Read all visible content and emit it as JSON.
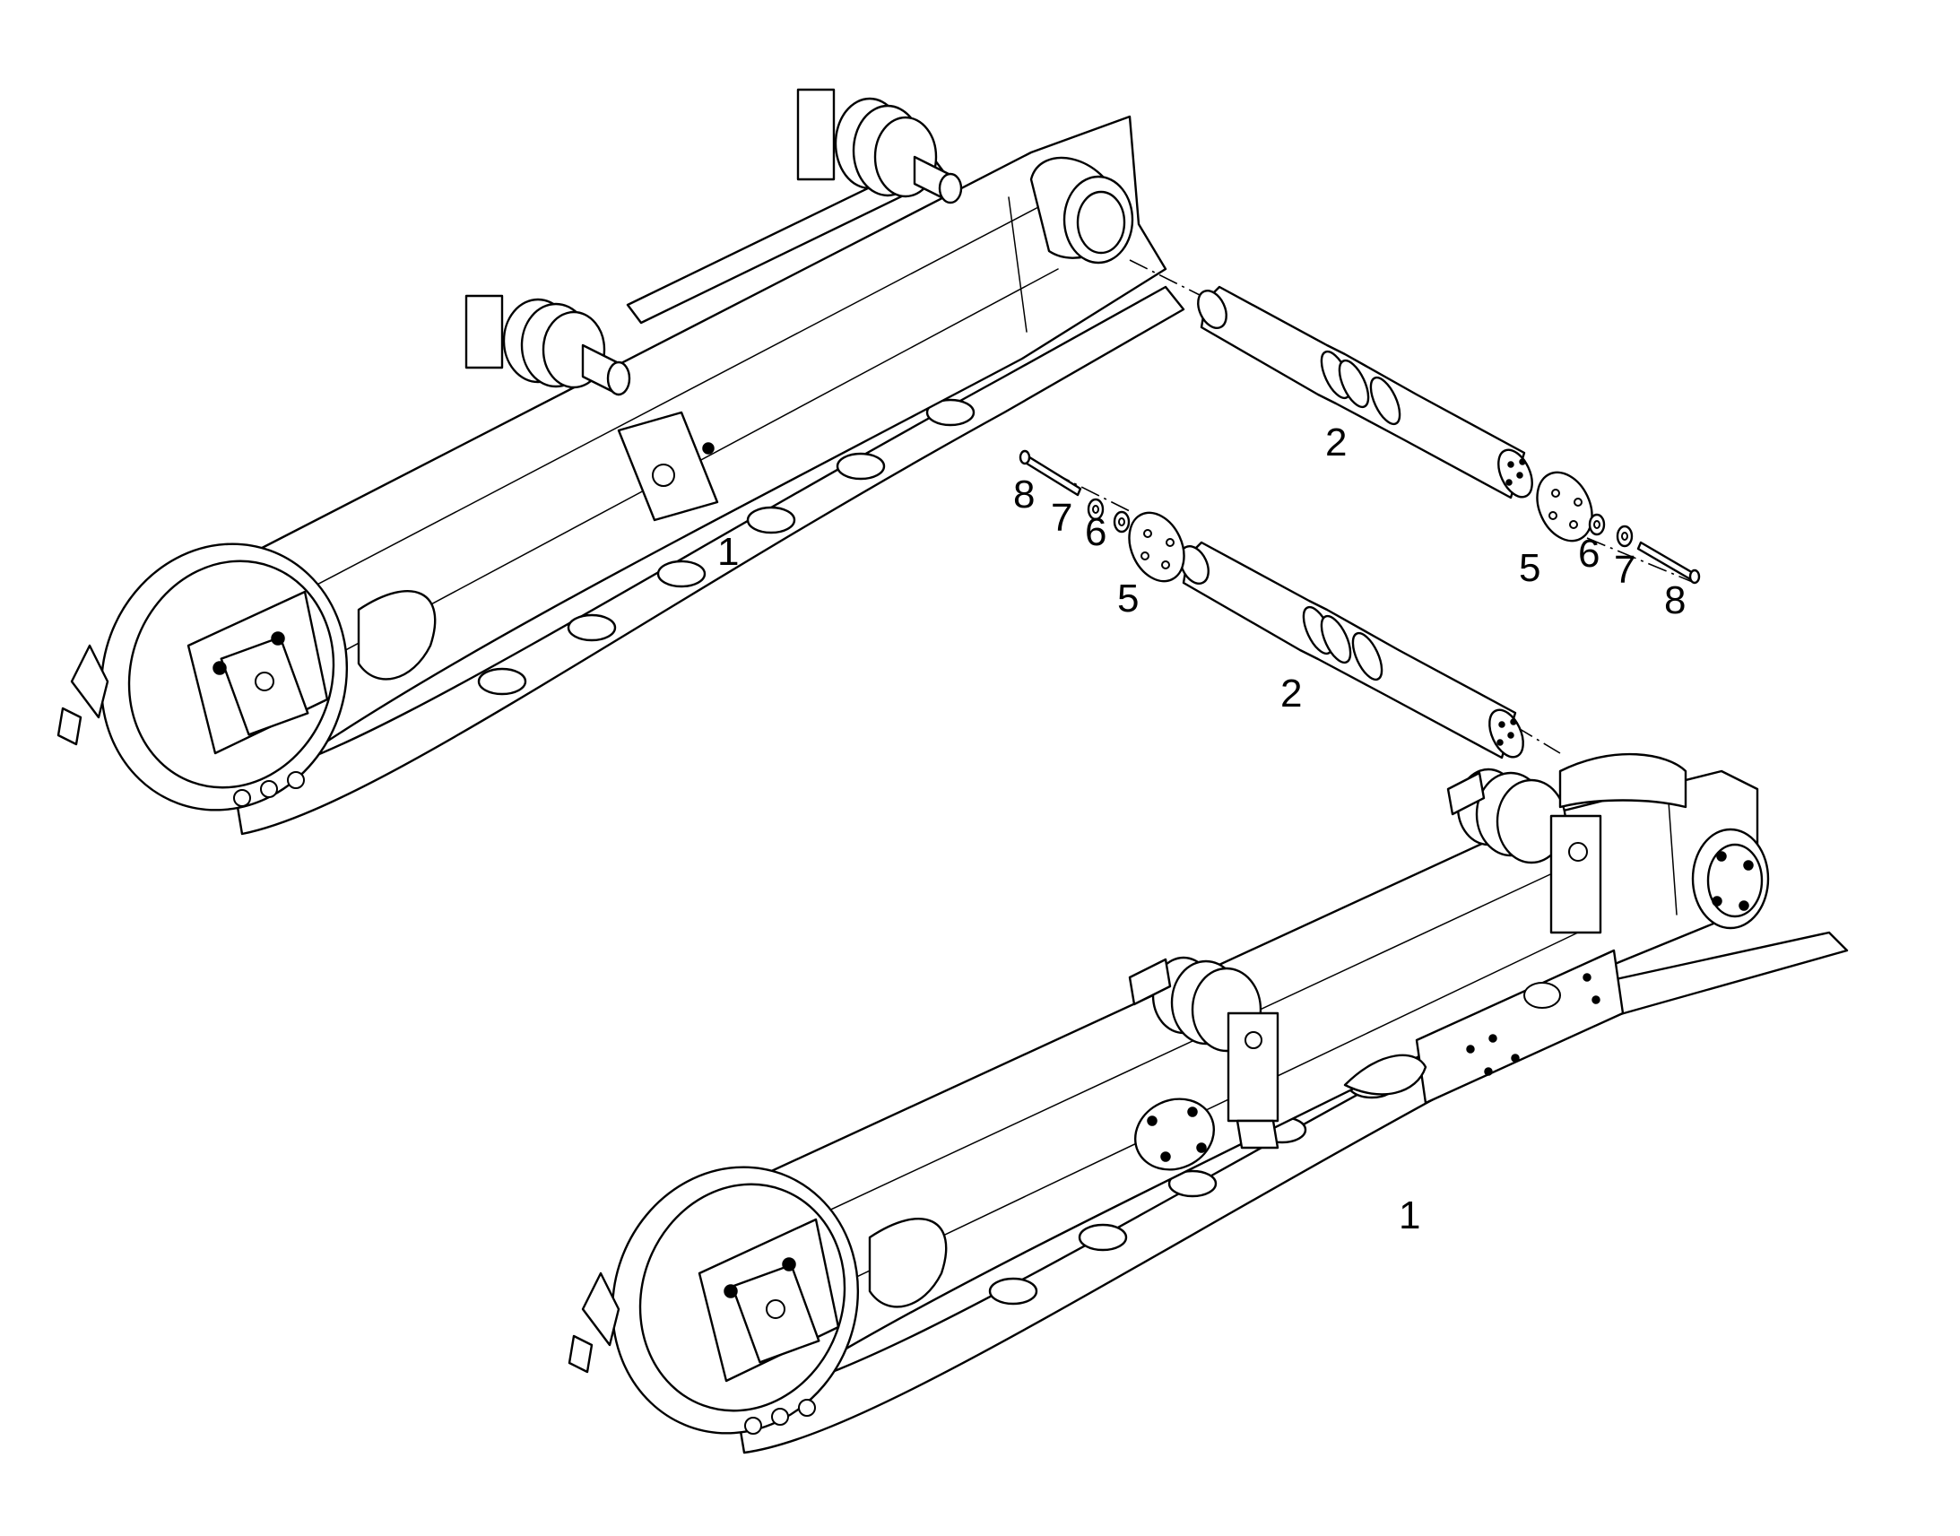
{
  "callouts": {
    "c1a": "1",
    "c1b": "1",
    "c2a": "2",
    "c2b": "2",
    "c5a": "5",
    "c5b": "5",
    "c6a": "6",
    "c6b": "6",
    "c7a": "7",
    "c7b": "7",
    "c8a": "8",
    "c8b": "8"
  },
  "colors": {
    "line": "#000000",
    "fill": "#ffffff"
  },
  "icons": [
    "track-frame-icon",
    "pivot-shaft-icon",
    "flange-plate-icon",
    "washer-icon",
    "bolt-icon"
  ]
}
